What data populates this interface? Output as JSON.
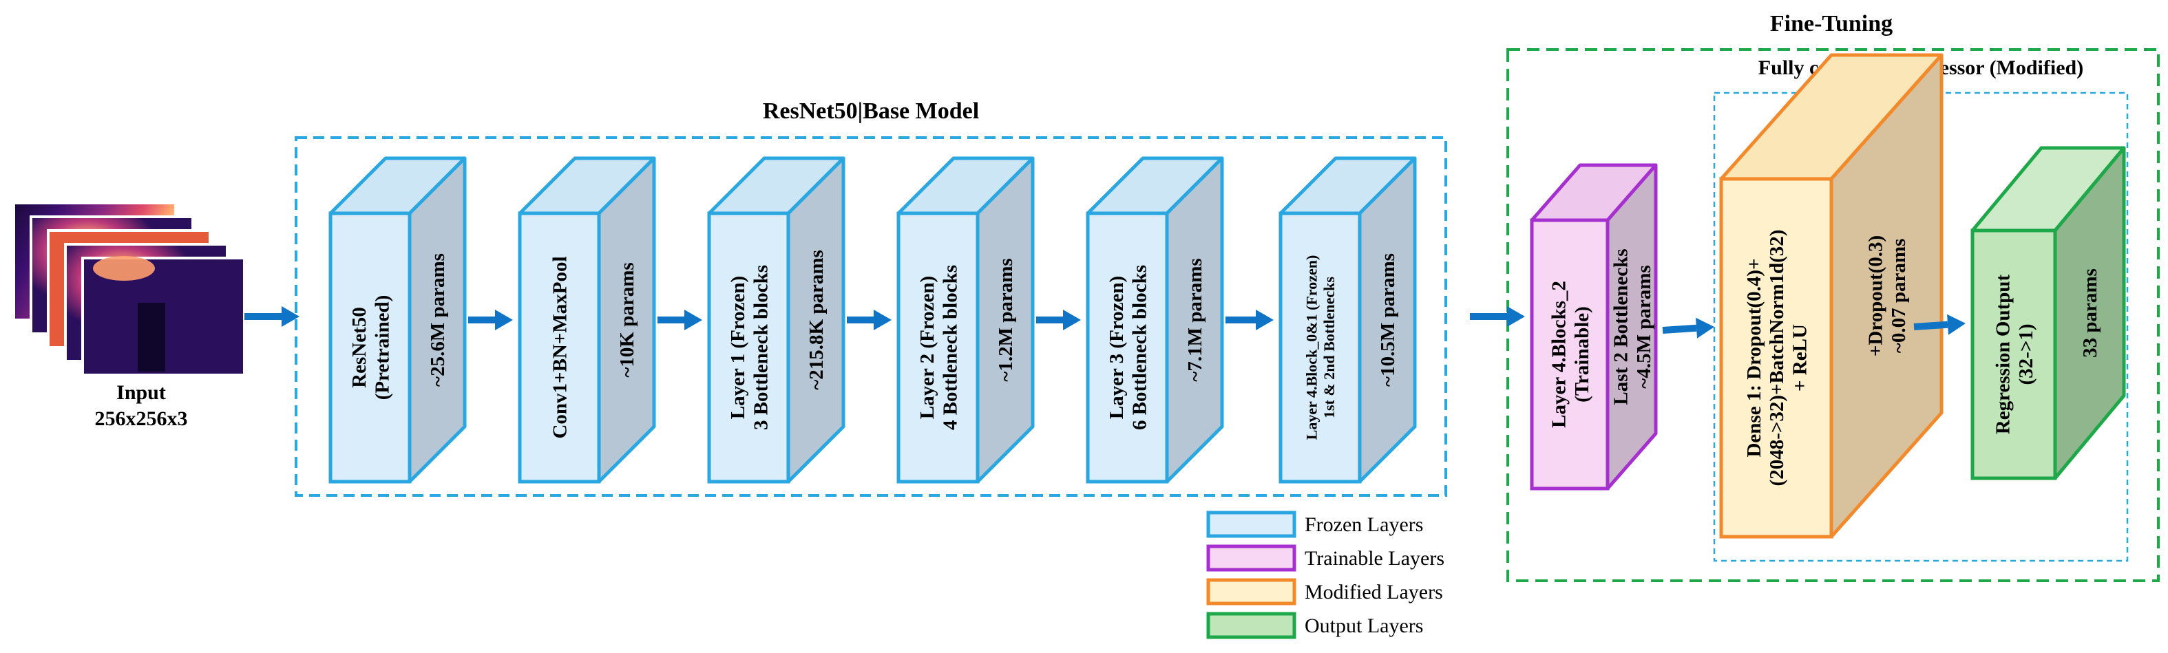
{
  "input": {
    "label": "Input",
    "dims": "256x256x3",
    "heatmap_colors": [
      "#1a0a3a",
      "#3b0f70",
      "#8c2981",
      "#de4968",
      "#fe9f6d",
      "#fcfdbf"
    ]
  },
  "base_model": {
    "title": "ResNet50|Base Model"
  },
  "fine_tuning": {
    "title": "Fine-Tuning"
  },
  "regressor": {
    "title": "Fully connected regressor (Modified)"
  },
  "blocks": [
    {
      "id": "pretrained",
      "category": "frozen",
      "front": [
        "ResNet50",
        "(Pretrained)"
      ],
      "side": [
        "~25.6M params"
      ]
    },
    {
      "id": "conv1",
      "category": "frozen",
      "front": [
        "Conv1+BN+MaxPool"
      ],
      "side": [
        "~10K params"
      ]
    },
    {
      "id": "layer1",
      "category": "frozen",
      "front": [
        "Layer 1 (Frozen)",
        "3 Bottleneck blocks"
      ],
      "side": [
        "~215.8K params"
      ]
    },
    {
      "id": "layer2",
      "category": "frozen",
      "front": [
        "Layer 2 (Frozen)",
        "4 Bottleneck blocks"
      ],
      "side": [
        "~1.2M params"
      ]
    },
    {
      "id": "layer3",
      "category": "frozen",
      "front": [
        "Layer 3 (Frozen)",
        "6 Bottleneck blocks"
      ],
      "side": [
        "~7.1M params"
      ]
    },
    {
      "id": "layer4-frozen",
      "category": "frozen",
      "front": [
        "Layer 4.Block_0&1 (Frozen)",
        "1st & 2nd Bottlenecks"
      ],
      "side": [
        "~10.5M params"
      ]
    },
    {
      "id": "layer4-trainable",
      "category": "trainable",
      "front": [
        "Layer 4.Blocks_2",
        "(Trainable)"
      ],
      "side": [
        "Last 2 Bottlenecks",
        "~4.5M params"
      ]
    },
    {
      "id": "dense1",
      "category": "modified",
      "front": [
        "Dense 1: Dropout(0.4)+",
        "(2048->32)+BatchNorm1d(32)",
        "+ ReLU"
      ],
      "side": [
        "+Dropout(0.3)",
        "~0.07 params"
      ]
    },
    {
      "id": "output",
      "category": "output",
      "front": [
        "Regression Output",
        "(32->1)"
      ],
      "side": [
        "33 params"
      ]
    }
  ],
  "legend": [
    {
      "category": "frozen",
      "label": "Frozen Layers"
    },
    {
      "category": "trainable",
      "label": "Trainable Layers"
    },
    {
      "category": "modified",
      "label": "Modified Layers"
    },
    {
      "category": "output",
      "label": "Output Layers"
    }
  ],
  "colors": {
    "frozen": {
      "stroke": "#2aa7e0",
      "front": "#d9edfa",
      "top": "#cde6f6",
      "side": "#b6c6d4"
    },
    "trainable": {
      "stroke": "#a62fcf",
      "front": "#f8d7f5",
      "top": "#efc8ee",
      "side": "#c8b4c8"
    },
    "modified": {
      "stroke": "#f28a2c",
      "front": "#fff1cc",
      "top": "#fbe6b8",
      "side": "#d8c29e"
    },
    "output": {
      "stroke": "#1fa84a",
      "front": "#bfe5b9",
      "top": "#cdebc8",
      "side": "#8fb68c"
    },
    "arrow": "#0f74c6",
    "base_frame": "#2aa7e0",
    "fine_frame": "#1fa84a",
    "regressor_frame": "#2aa7e0",
    "text": "#000000"
  }
}
